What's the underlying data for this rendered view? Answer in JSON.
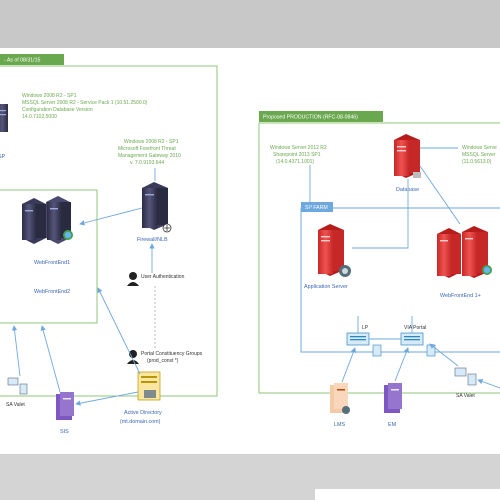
{
  "left_panel": {
    "header": "- As of 08/31/15",
    "server_note": [
      "Windows 2008 R2 - SP1",
      "MSSQL Server 2008 R2 - Service Pack 1 (10.51.2500.0)",
      "Configuration Database Version",
      "14.0.7102.5000"
    ],
    "db_label": "SP",
    "fim_note": [
      "Windows 2008 R2 - SP1",
      "Microsoft Forefront Threat",
      "Management Gateway 2010",
      "v. 7.0.9193.644"
    ],
    "firewall_label": "Firewall/NLB",
    "wfe1_label": "WebFrontEnd1",
    "wfe2_label": "WebFrontEnd2",
    "user_auth_label": "User Authentication",
    "portal_label": [
      "Portal Constituency Groups",
      "(prod_const *)"
    ],
    "ad_label": [
      "Active Directory",
      "(mt.domain.com)"
    ],
    "sa_label": "SA Valet",
    "sis_label": "SIS"
  },
  "right_panel": {
    "header": "Proposed PRODUCTION (RFC-08-0846)",
    "sp_note": [
      "Windows Server 2012 R2",
      "Sharepoint 2013 SP1",
      "(14.0.4371.1001)"
    ],
    "sql_note": [
      "Windows Serve",
      "MSSQL Server",
      "(11.0.5613.0)"
    ],
    "farm_label": "SP FARM",
    "db_label": "Database",
    "app_label": "Application Server",
    "wfe_label": "WebFrontEnd 1+",
    "lb1_label": "LP",
    "lb2_label": "VIA Portal",
    "sa_label": "SA Valet",
    "lms_label": "LMS",
    "em_label": "EM"
  },
  "colors": {
    "panel_border": "#93c47d",
    "header_bg": "#6aa84f",
    "inner_border": "#93c47d",
    "farm_border": "#6fa8dc",
    "arrow": "#6fa8dc",
    "server_red": "#e53935",
    "server_dark": "#3c3c5c"
  }
}
